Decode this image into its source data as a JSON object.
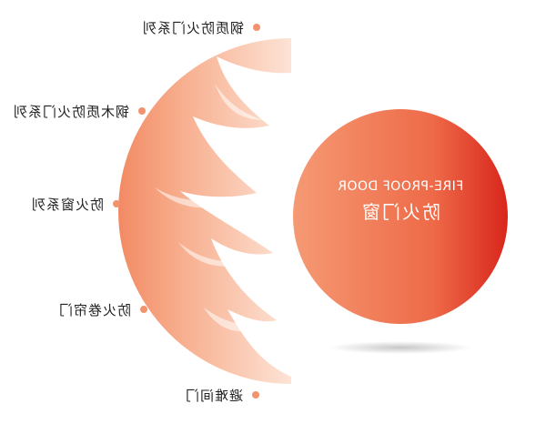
{
  "colors": {
    "dot": "#f0936e",
    "big_circle_light": "#f4906c",
    "big_circle_dark": "#d9261c",
    "arc_light": "#fde0d0",
    "arc_dark": "#f28760",
    "text": "#222222",
    "center_text": "#ffffff"
  },
  "diagram": {
    "center_title_en": "FIRE-PROOF DOOR",
    "center_title_cn": "防火门窗",
    "items": [
      {
        "label": "钢质防火门系列"
      },
      {
        "label": "钢木质防火门系列"
      },
      {
        "label": "防火窗系列"
      },
      {
        "label": "防火卷帘门"
      },
      {
        "label": "避难间门"
      }
    ]
  }
}
